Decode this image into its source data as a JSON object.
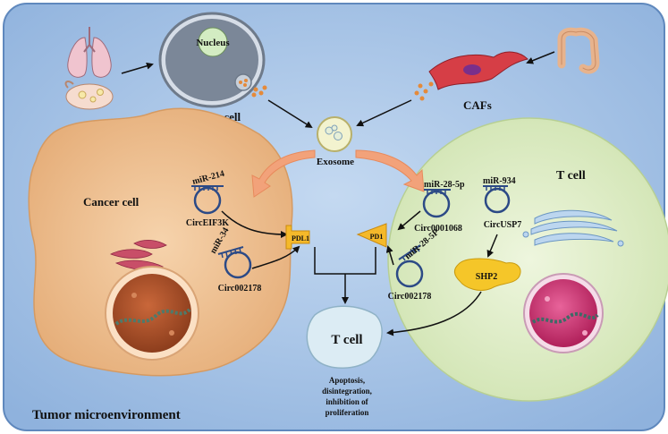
{
  "labels": {
    "nucleus": "Nucleus",
    "cancer_cell_top": "Cancer cell",
    "cafs": "CAFs",
    "exosome": "Exosome",
    "cancer_cell_left": "Cancer cell",
    "t_cell_right": "T cell",
    "t_cell_bottom": "T cell",
    "pdl1": "PDL1",
    "pd1": "PD1",
    "shp2": "SHP2",
    "tumor_microenvironment": "Tumor microenvironment"
  },
  "mirnas": {
    "mir214": "miR-214",
    "mir34": "miR-34",
    "mir28_5p_top": "miR-28-5p",
    "mir934": "miR-934",
    "mir28_5p_bottom": "miR-28-5P"
  },
  "circrnas": {
    "circeif3k": "CircEIF3K",
    "circ002178_left": "Circ002178",
    "circ0001068": "Circ0001068",
    "circusp7": "CircUSP7",
    "circ002178_right": "Circ002178"
  },
  "outcome": {
    "line1": "Apoptosis,",
    "line2": "disintegration,",
    "line3": "inhibition of",
    "line4": "proliferation"
  },
  "colors": {
    "background": "#a9c6e8",
    "cancer_cell": "#f2c79a",
    "t_cell": "#dcebc4",
    "receptor": "#f5b92a",
    "circ_ring": "#2c4a86",
    "arrow_orange": "#f2a27a",
    "nucleus_dark": "#b4532a",
    "mito": "#c8506a"
  }
}
